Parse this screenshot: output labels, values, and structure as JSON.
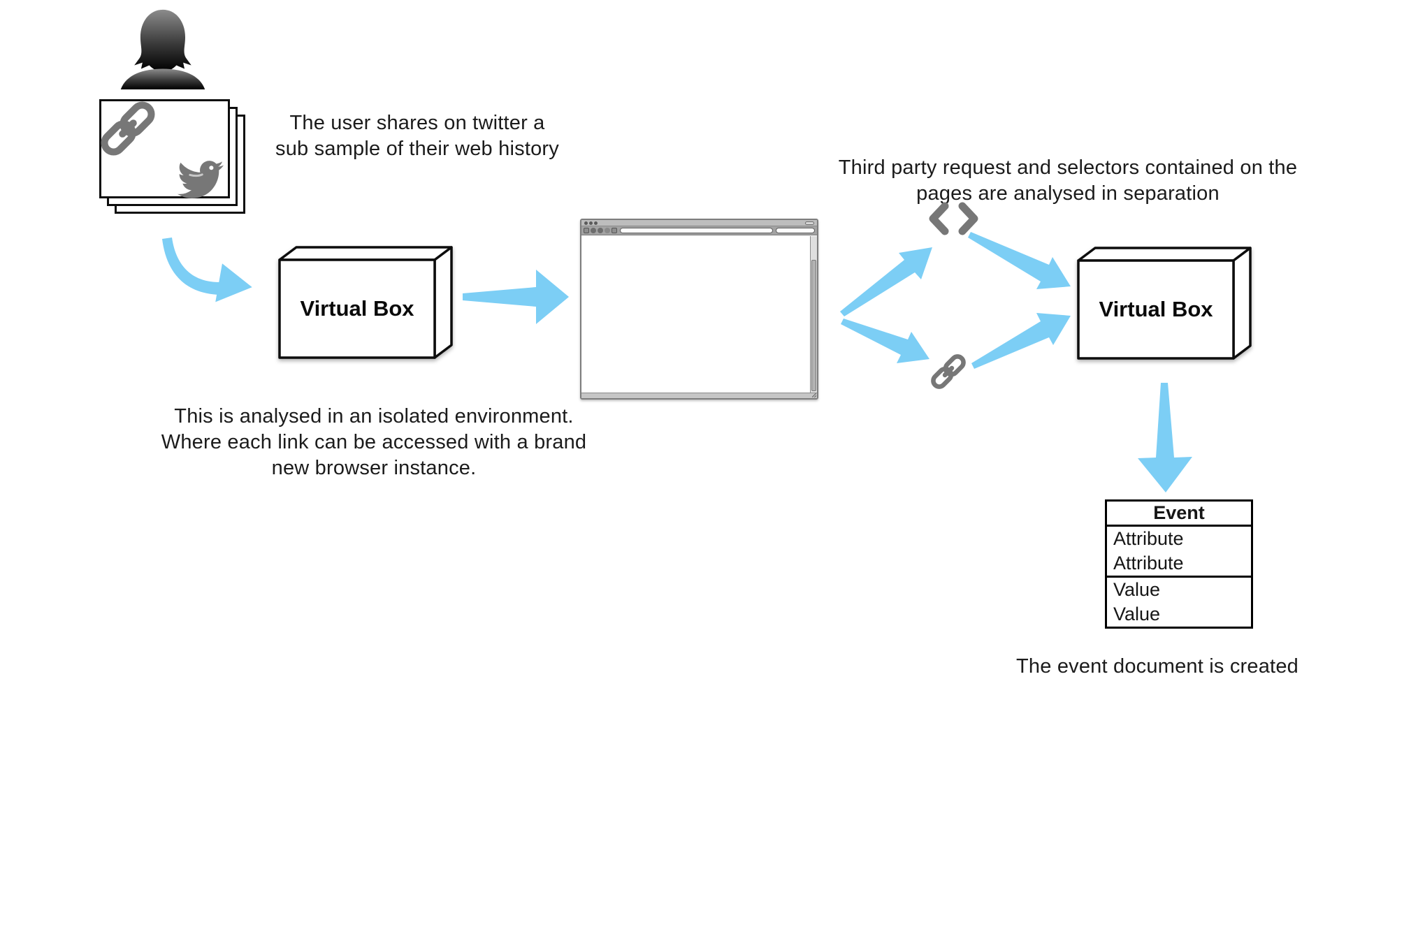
{
  "diagram": {
    "colors": {
      "arrow_blue": "#7CCEF5",
      "icon_gray": "#777777",
      "box_border": "#0d0d0d"
    },
    "captions": {
      "share": {
        "line1": "The user shares on twitter a",
        "line2": "sub sample of their web history"
      },
      "isolated": {
        "line1": "This is analysed in an isolated environment.",
        "line2": "Where each link can be accessed with a brand",
        "line3": "new browser instance."
      },
      "third_party": {
        "line1": "Third party request and selectors contained on the",
        "line2": "pages are analysed in separation"
      },
      "event_created": "The event document is created"
    },
    "nodes": {
      "virtual_box_1": {
        "label": "Virtual Box"
      },
      "virtual_box_2": {
        "label": "Virtual Box"
      },
      "event_table": {
        "header": "Event",
        "attributes": [
          "Attribute",
          "Attribute"
        ],
        "values": [
          "Value",
          "Value"
        ]
      }
    },
    "icons": {
      "user": "female-user-silhouette",
      "pages": "stacked-web-pages",
      "link_large": "chain-link",
      "twitter": "twitter-bird",
      "code": "angle-brackets",
      "link_small": "chain-link",
      "browser": "empty-browser-window"
    }
  }
}
